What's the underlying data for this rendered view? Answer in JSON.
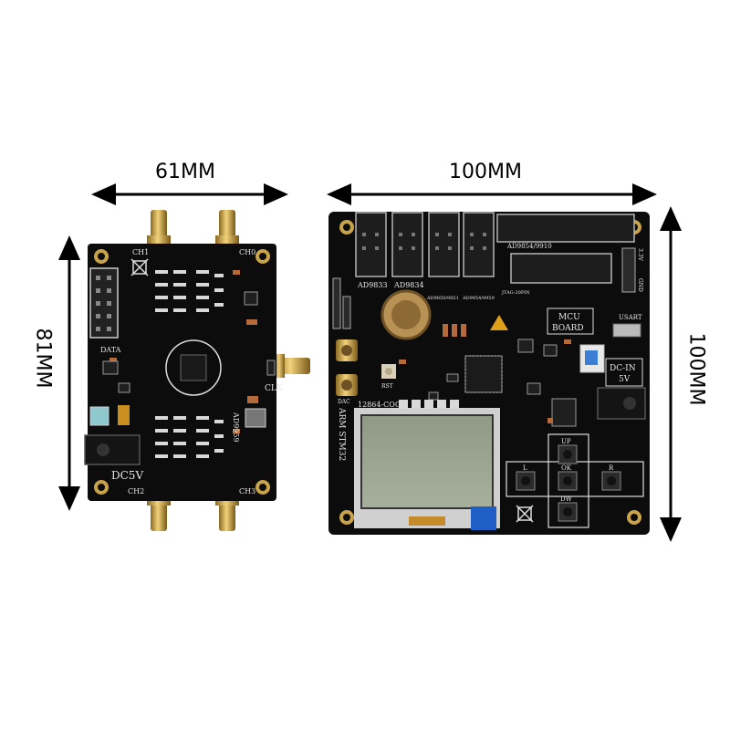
{
  "dimensions": {
    "left_width": "61MM",
    "left_height": "81MM",
    "right_width": "100MM",
    "right_height": "100MM"
  },
  "left_board": {
    "silkscreen": {
      "ch1": "CH1",
      "ch0": "CH0",
      "ch2": "CH2",
      "ch3": "CH3",
      "data": "DATA",
      "dc5v": "DC5V",
      "clk": "CLK",
      "chip": "AD9959"
    }
  },
  "right_board": {
    "silkscreen": {
      "ad9833": "AD9833",
      "ad9834": "AD9834",
      "ad9850": "AD9850/9851",
      "ad9854": "AD9954/9959",
      "ad9854_header": "AD9854/9910",
      "jtag": "JTAG-20PIN",
      "mcu": "MCU",
      "board": "BOARD",
      "usart": "USART",
      "dcin": "DC-IN",
      "v5": "5V",
      "lcd": "12864-COG",
      "arm": "ARM STM32",
      "rst": "RST",
      "dac": "DAC",
      "up": "UP",
      "ok": "OK",
      "l": "L",
      "r": "R",
      "dw": "DW",
      "gnd": "GND",
      "v33": "3.3V"
    }
  }
}
